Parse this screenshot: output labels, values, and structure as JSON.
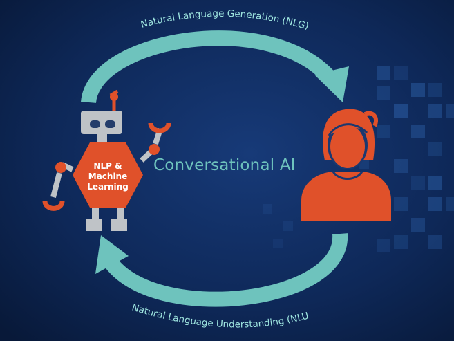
{
  "diagram": {
    "center_title": "Conversational AI",
    "top_arc_label": "Natural Language Generation (NLG)",
    "bottom_arc_label": "Natural Language Understanding (NLU)",
    "robot_body_label": [
      "NLP &",
      "Machine",
      "Learning"
    ]
  },
  "colors": {
    "background": "#0a1f45",
    "accent_teal": "#6ec3bd",
    "robot_orange": "#e0512a",
    "robot_gray": "#bfc3c7",
    "person_orange": "#e0512a",
    "label_text": "#8fe0da"
  },
  "icons": {
    "robot": "robot-icon",
    "person": "person-icon"
  }
}
